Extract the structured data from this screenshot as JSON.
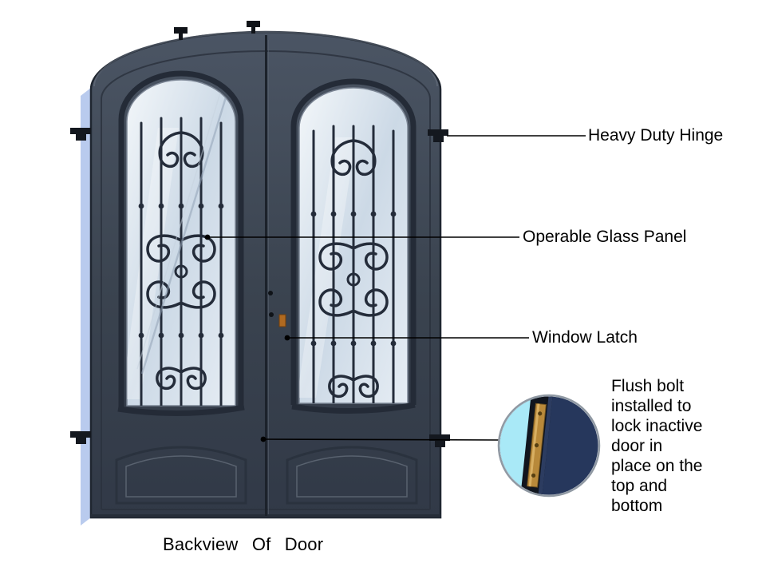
{
  "figure": {
    "caption": "Backview Of Door",
    "callouts": {
      "hinge": "Heavy Duty Hinge",
      "glass_panel": "Operable Glass Panel",
      "window_latch": "Window Latch",
      "flush_bolt_lines": [
        "Flush bolt",
        "installed to",
        "lock inactive",
        "door in",
        "place on the",
        "top and",
        "bottom"
      ]
    },
    "colors": {
      "door_body": "#3e4754",
      "door_frame": "#232a35",
      "glass": "#e9eff5",
      "grille_iron": "#242c3a",
      "jamb_strip": "#b9cbee",
      "callout_line": "#000000",
      "inset_glass_cyan": "#a9e9f7",
      "inset_background_navy": "#26375c",
      "flush_bolt_brass": "#b8893a"
    }
  }
}
